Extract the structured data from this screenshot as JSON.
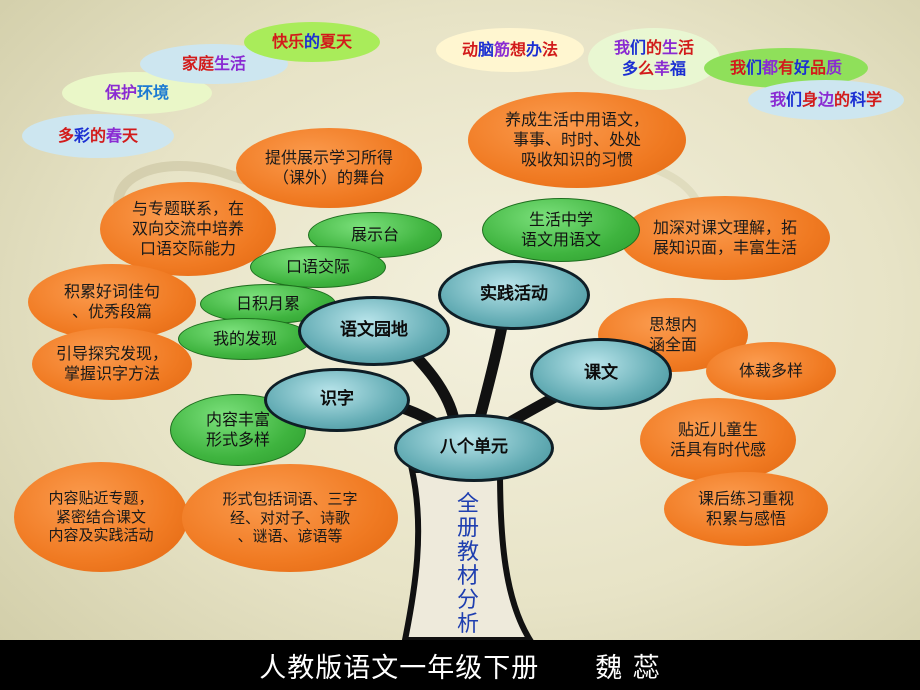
{
  "footer": {
    "title": "人教版语文一年级下册　　魏 蕊"
  },
  "trunk_label": "全册教材分析",
  "topics": [
    {
      "id": "t1",
      "text": "多彩的春天",
      "colors": [
        "#d21b1b",
        "#1b2fd2",
        "#d21b1b",
        "#8a2bd2",
        "#d21b1b"
      ],
      "bg": "#cde6f0"
    },
    {
      "id": "t2",
      "text": "保护环境",
      "colors": [
        "#8a2bd2",
        "#8a2bd2",
        "#1b7ad2",
        "#1b7ad2"
      ],
      "bg": "#eaf7c8"
    },
    {
      "id": "t3",
      "text": "家庭生活",
      "colors": [
        "#d21b1b",
        "#d21b1b",
        "#8a2bd2",
        "#8a2bd2"
      ],
      "bg": "#cde6f0"
    },
    {
      "id": "t4",
      "text": "快乐的夏天",
      "colors": [
        "#d21b1b",
        "#d21b1b",
        "#1b2fd2",
        "#d21b1b",
        "#d21b1b"
      ],
      "bg": "#a9ec5a"
    },
    {
      "id": "t5",
      "text": "动脑筋想办法",
      "colors": [
        "#d21b1b",
        "#1b2fd2",
        "#8a2bd2",
        "#d21b1b",
        "#1b2fd2",
        "#d21b1b"
      ],
      "bg": "#fff6d0"
    },
    {
      "id": "t6",
      "text": "我们的生活\n多么幸福",
      "colors": [
        "#8a2bd2",
        "#1b2fd2",
        "#d21b1b",
        "#8a2bd2",
        "#d21b1b",
        "\n",
        "#1b2fd2",
        "#d21b1b",
        "#8a2bd2",
        "#1b2fd2"
      ],
      "bg": "#e9f7d2"
    },
    {
      "id": "t7",
      "text": "我们都有好品质",
      "colors": [
        "#d21b1b",
        "#1b2fd2",
        "#8a2bd2",
        "#d21b1b",
        "#1b2fd2",
        "#d21b1b",
        "#8a2bd2"
      ],
      "bg": "#8fe05a"
    },
    {
      "id": "t8",
      "text": "我们身边的科学",
      "colors": [
        "#8a2bd2",
        "#1b2fd2",
        "#d21b1b",
        "#8a2bd2",
        "#d21b1b",
        "#1b2fd2",
        "#d21b1b"
      ],
      "bg": "#cde6f0"
    }
  ],
  "hubs": {
    "center": "八个单元",
    "shizi": "识字",
    "yuwen_yuandi": "语文园地",
    "shijian": "实践活动",
    "kewen": "课文"
  },
  "green_nodes": {
    "shenghuo": "生活中学\n语文用语文",
    "zhanshitai": "展示台",
    "kouyu": "口语交际",
    "rijiyuelei": "日积月累",
    "wodefaxian": "我的发现",
    "neirongfengfu": "内容丰富\n形式多样"
  },
  "orange_nodes": {
    "yangcheng": "养成生活中用语文，\n事事、时时、处处\n吸收知识的习惯",
    "tigong": "提供展示学习所得\n（课外）的舞台",
    "yuzhuanti": "与专题联系，在\n双向交流中培养\n口语交际能力",
    "jialei": "积累好词佳句\n、优秀段篇",
    "yindao": "引导探究发现，\n掌握识字方法",
    "neirongtiejin": "内容贴近专题，\n紧密结合课文\n内容及实践活动",
    "xingshibaokuo": "形式包括词语、三字\n经、对对子、诗歌\n、谜语、谚语等",
    "jiashen": "加深对课文理解，拓\n展知识面，丰富生活",
    "sixiang": "思想内\n涵全面",
    "ticai": "体裁多样",
    "tiejinertong": "贴近儿童生\n活具有时代感",
    "kehou": "课后练习重视\n积累与感悟"
  },
  "colors": {
    "orange": "#f07a22",
    "green": "#3fb43f",
    "teal": "#66aeb6",
    "trunk": "#111111",
    "footer_bg": "#000000",
    "footer_text": "#ffffff",
    "trunk_text": "#1f3fb0"
  }
}
